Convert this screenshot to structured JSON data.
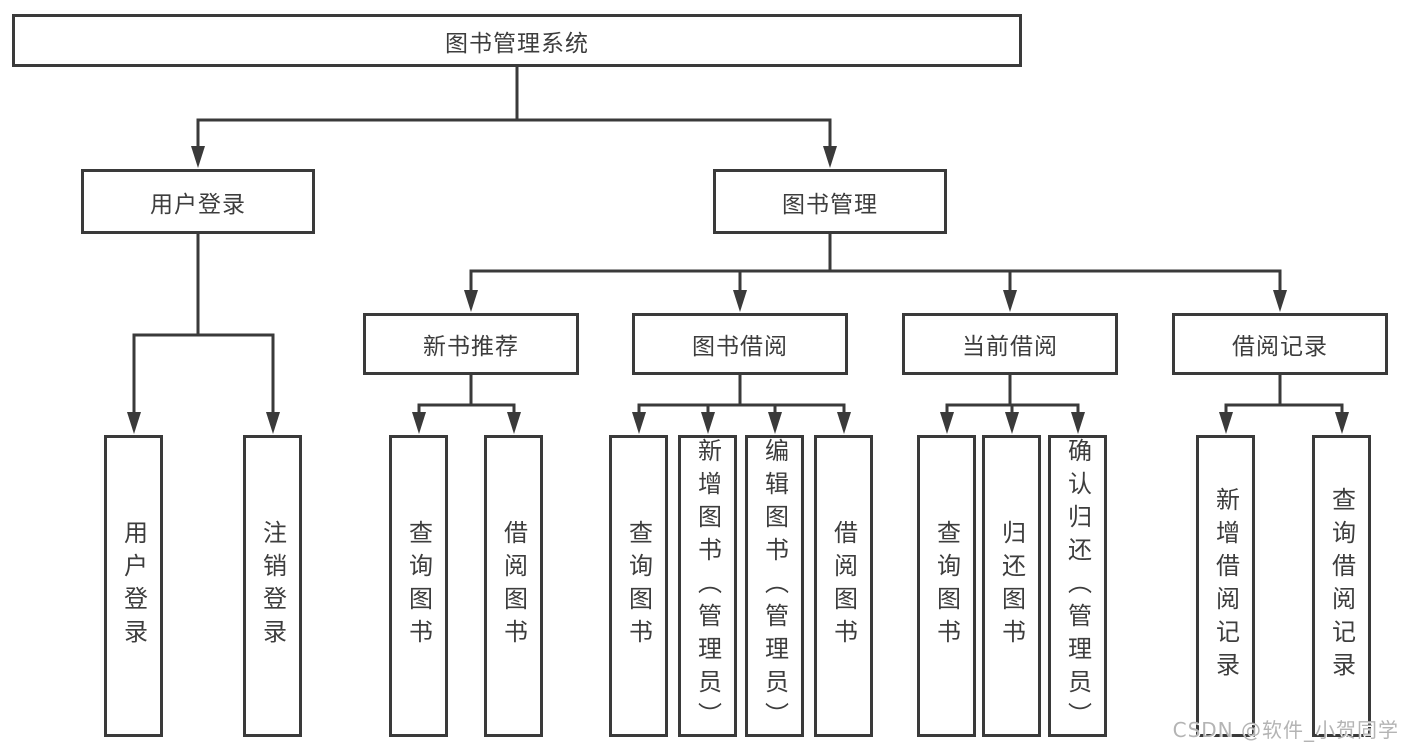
{
  "colors": {
    "line": "#3a3a3a",
    "text": "#3d3d3d",
    "background": "#ffffff",
    "watermark": "#b4b4b4"
  },
  "diagram": {
    "root": "图书管理系统",
    "branches": [
      {
        "label": "用户登录",
        "children": [
          "用户登录",
          "注销登录"
        ]
      },
      {
        "label": "图书管理",
        "sections": [
          {
            "label": "新书推荐",
            "children": [
              "查询图书",
              "借阅图书"
            ]
          },
          {
            "label": "图书借阅",
            "children": [
              "查询图书",
              "新增图书（管理员）",
              "编辑图书（管理员）",
              "借阅图书"
            ]
          },
          {
            "label": "当前借阅",
            "children": [
              "查询图书",
              "归还图书",
              "确认归还（管理员）"
            ]
          },
          {
            "label": "借阅记录",
            "children": [
              "新增借阅记录",
              "查询借阅记录"
            ]
          }
        ]
      }
    ]
  },
  "watermark": {
    "text": "CSDN @软件_小贺同学"
  }
}
